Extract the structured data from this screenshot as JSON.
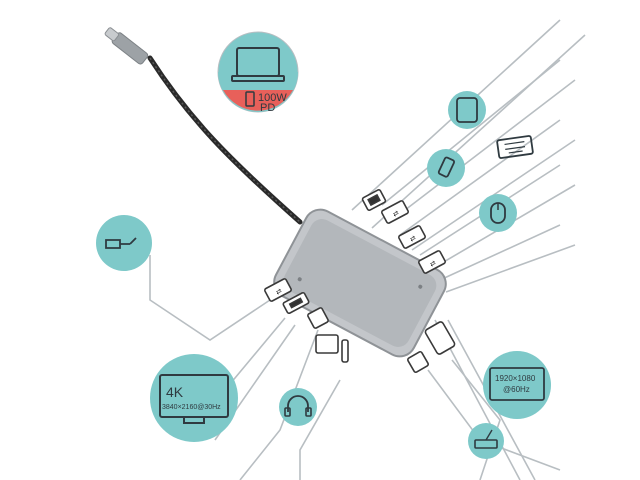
{
  "laptop_badge": {
    "power_label": "100W",
    "pd_label": "PD"
  },
  "monitor_4k": {
    "resolution_label": "4K",
    "spec_label": "3840×2160@30Hz"
  },
  "monitor_fhd": {
    "resolution_label": "1920×1080",
    "refresh_label": "@60Hz"
  },
  "colors": {
    "icon_circle": "#7ec9c9",
    "power_badge": "#e8605a",
    "hub_body": "#b9bcc0",
    "line": "#b8bec2",
    "cable": "#2a2a2a"
  }
}
